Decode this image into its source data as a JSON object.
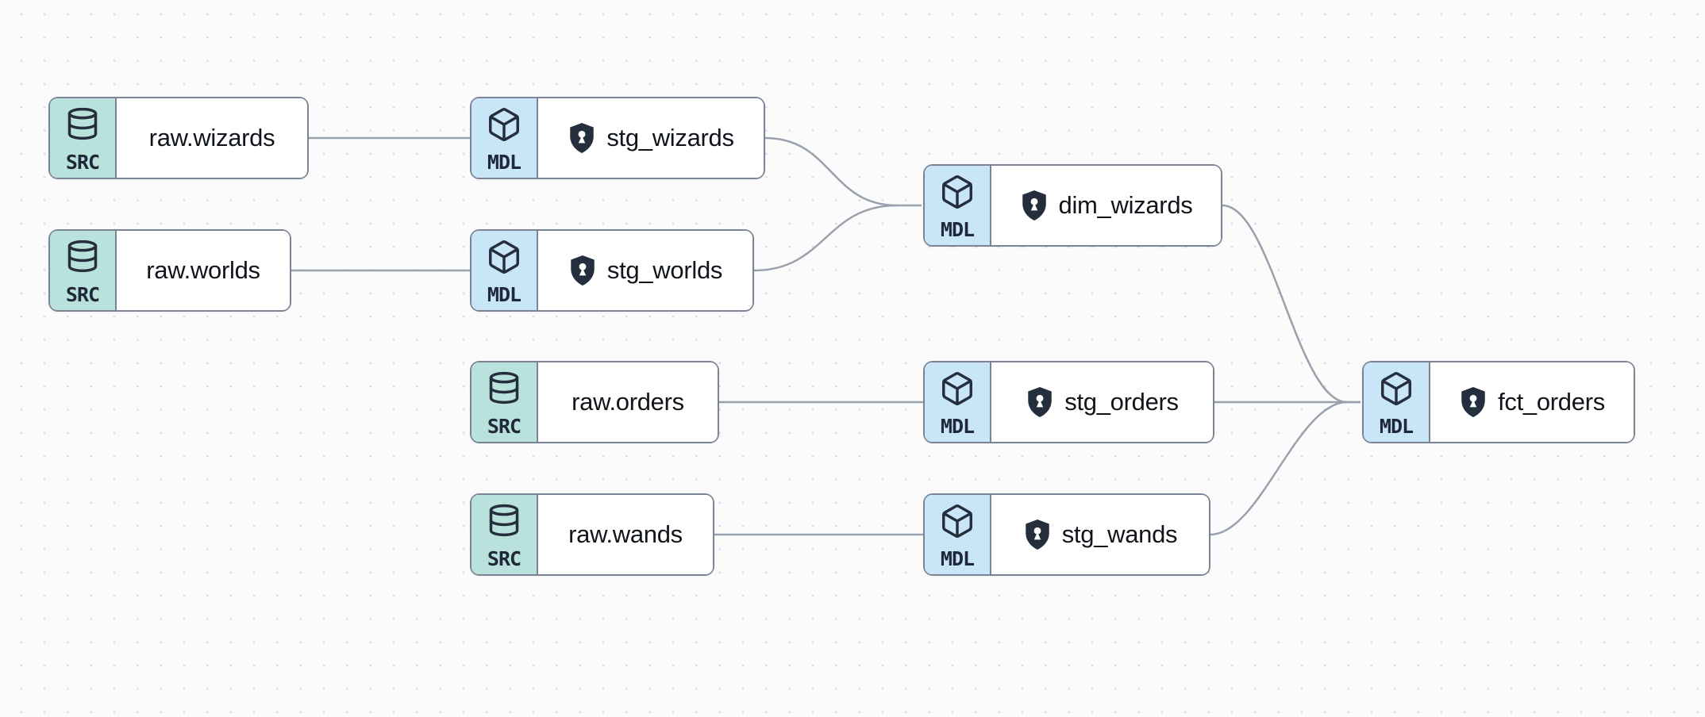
{
  "app": {
    "view": "lineage-graph-canvas"
  },
  "colors": {
    "canvas_background": "#fbfbfc",
    "grid_dot": "#d9d9dd",
    "edge": "#99a1ad",
    "node_border": "#7a8494",
    "node_body_background": "#ffffff",
    "src_badge_background": "#b9e2dd",
    "mdl_badge_background": "#c9e5f8",
    "badge_text": "#20293a",
    "label_text": "#10151b",
    "shield_fill": "#242e3c"
  },
  "nodes": [
    {
      "id": "raw.wizards",
      "type": "SRC",
      "label": "raw.wizards",
      "icon": "database-icon",
      "shield": false
    },
    {
      "id": "stg_wizards",
      "type": "MDL",
      "label": "stg_wizards",
      "icon": "cube-icon",
      "shield": true
    },
    {
      "id": "raw.worlds",
      "type": "SRC",
      "label": "raw.worlds",
      "icon": "database-icon",
      "shield": false
    },
    {
      "id": "stg_worlds",
      "type": "MDL",
      "label": "stg_worlds",
      "icon": "cube-icon",
      "shield": true
    },
    {
      "id": "dim_wizards",
      "type": "MDL",
      "label": "dim_wizards",
      "icon": "cube-icon",
      "shield": true
    },
    {
      "id": "raw.orders",
      "type": "SRC",
      "label": "raw.orders",
      "icon": "database-icon",
      "shield": false
    },
    {
      "id": "stg_orders",
      "type": "MDL",
      "label": "stg_orders",
      "icon": "cube-icon",
      "shield": true
    },
    {
      "id": "raw.wands",
      "type": "SRC",
      "label": "raw.wands",
      "icon": "database-icon",
      "shield": false
    },
    {
      "id": "stg_wands",
      "type": "MDL",
      "label": "stg_wands",
      "icon": "cube-icon",
      "shield": true
    },
    {
      "id": "fct_orders",
      "type": "MDL",
      "label": "fct_orders",
      "icon": "cube-icon",
      "shield": true
    }
  ],
  "edges": [
    {
      "from": "raw.wizards",
      "to": "stg_wizards"
    },
    {
      "from": "raw.worlds",
      "to": "stg_worlds"
    },
    {
      "from": "stg_wizards",
      "to": "dim_wizards"
    },
    {
      "from": "stg_worlds",
      "to": "dim_wizards"
    },
    {
      "from": "raw.orders",
      "to": "stg_orders"
    },
    {
      "from": "raw.wands",
      "to": "stg_wands"
    },
    {
      "from": "dim_wizards",
      "to": "fct_orders"
    },
    {
      "from": "stg_orders",
      "to": "fct_orders"
    },
    {
      "from": "stg_wands",
      "to": "fct_orders"
    }
  ]
}
